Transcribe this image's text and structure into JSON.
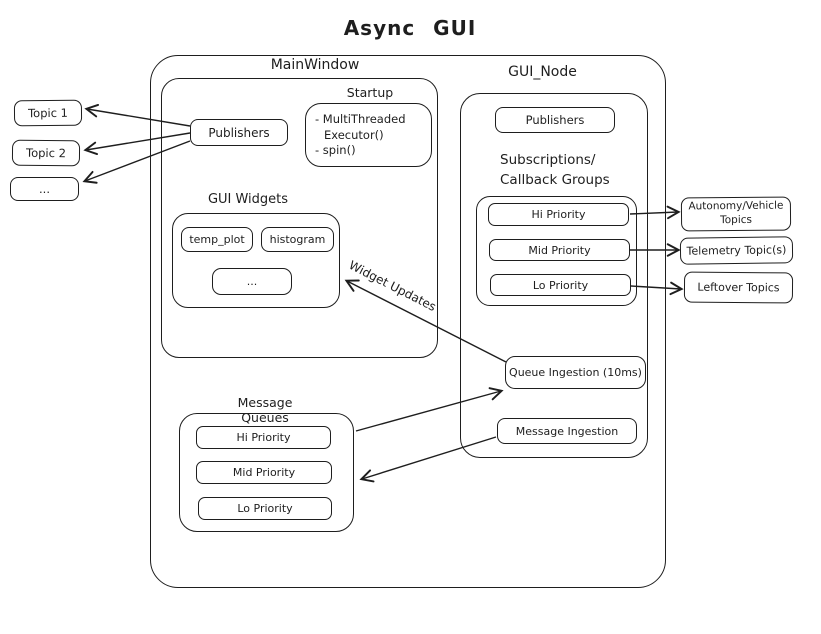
{
  "title": "Async GUI",
  "colors": {
    "stroke": "#1e1e1e",
    "background": "#ffffff"
  },
  "left_topics": [
    {
      "label": "Topic 1"
    },
    {
      "label": "Topic 2"
    },
    {
      "label": "..."
    }
  ],
  "outer": {
    "main_window": {
      "label": "MainWindow",
      "publishers_label": "Publishers",
      "startup": {
        "label": "Startup",
        "items": [
          "- MultiThreaded Executor()",
          "- spin()"
        ]
      },
      "gui_widgets": {
        "label": "GUI Widgets",
        "widgets": [
          {
            "label": "temp_plot"
          },
          {
            "label": "histogram"
          },
          {
            "label": "..."
          }
        ]
      }
    },
    "gui_node": {
      "label": "GUI_Node",
      "publishers_label": "Publishers",
      "subscriptions_title": "Subscriptions/\nCallback Groups",
      "callback_groups": [
        {
          "label": "Hi Priority"
        },
        {
          "label": "Mid Priority"
        },
        {
          "label": "Lo Priority"
        }
      ],
      "queue_ingestion_label": "Queue Ingestion (10ms)",
      "message_ingestion_label": "Message Ingestion"
    },
    "message_queues": {
      "label": "Message Queues",
      "queues": [
        {
          "label": "Hi Priority"
        },
        {
          "label": "Mid Priority"
        },
        {
          "label": "Lo Priority"
        }
      ]
    }
  },
  "right_topics": [
    {
      "label": "Autonomy/Vehicle Topics"
    },
    {
      "label": "Telemetry Topic(s)"
    },
    {
      "label": "Leftover Topics"
    }
  ],
  "edge_labels": {
    "widget_updates": "Widget Updates"
  }
}
